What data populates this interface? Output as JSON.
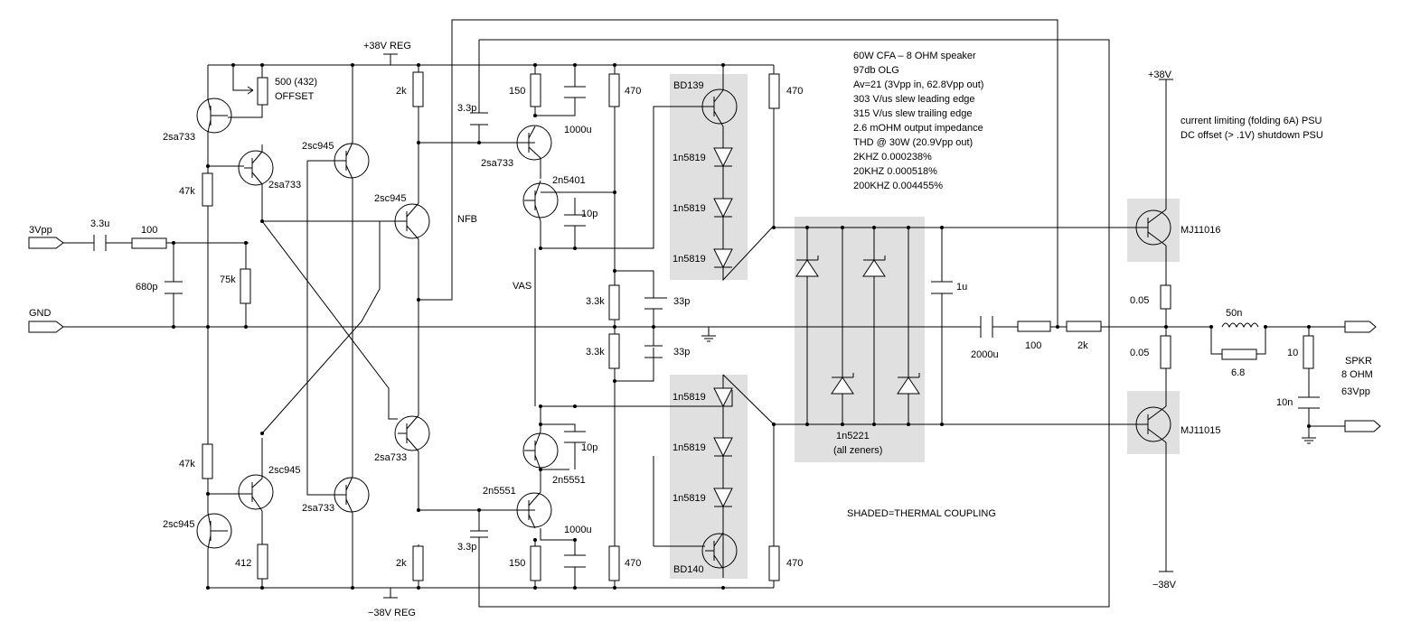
{
  "notes": {
    "lines": [
      "60W CFA – 8 OHM speaker",
      "97db OLG",
      "Av=21 (3Vpp in, 62.8Vpp out)",
      "303 V/us slew leading edge",
      "315 V/us slew trailing edge",
      "2.6 mOHM output impedance",
      "THD @ 30W (20.9Vpp out)",
      "2KHZ     0.000238%",
      "20KHZ   0.000518%",
      "200KHZ 0.004455%"
    ],
    "psu1": "current limiting (folding 6A) PSU",
    "psu2": "DC offset (> .1V) shutdown PSU",
    "shaded": "SHADED=THERMAL COUPLING"
  },
  "rails": {
    "pos_reg": "+38V REG",
    "neg_reg": "−38V REG",
    "pos": "+38V",
    "neg": "−38V"
  },
  "ports": {
    "in": "3Vpp",
    "gnd": "GND"
  },
  "labels": {
    "nfb": "NFB",
    "vas": "VAS",
    "spkr": "SPKR",
    "ohm": "8 OHM",
    "vpp": "63Vpp",
    "zeners": "1n5221",
    "all_zeners": "(all zeners)"
  },
  "components": {
    "c_in": "3.3u",
    "r_in": "100",
    "c_680": "680p",
    "r_75k": "75k",
    "r_47k_top": "47k",
    "r_47k_bot": "47k",
    "pot": "500 (432)",
    "pot_sub": "OFFSET",
    "r_412": "412",
    "r_2k_top": "2k",
    "r_2k_bot": "2k",
    "c_33p_top": "3.3p",
    "c_33p_bot": "3.3p",
    "r_150_top": "150",
    "r_150_bot": "150",
    "c_1000u_top": "1000u",
    "c_1000u_bot": "1000u",
    "c_10p_top": "10p",
    "c_10p_bot": "10p",
    "r_470_a": "470",
    "r_470_b": "470",
    "r_470_c": "470",
    "r_470_d": "470",
    "r_33k_a": "3.3k",
    "r_33k_b": "3.3k",
    "c_33p_a": "33p",
    "c_33p_b": "33p",
    "d1": "1n5819",
    "d2": "1n5819",
    "d3": "1n5819",
    "d4": "1n5819",
    "d5": "1n5819",
    "d6": "1n5819",
    "c_1u": "1u",
    "c_2000u": "2000u",
    "r_100_out": "100",
    "r_2k_out": "2k",
    "r_005_top": "0.05",
    "r_005_bot": "0.05",
    "l_50n": "50n",
    "r_68": "6.8",
    "r_10": "10",
    "c_10n": "10n"
  },
  "transistors": {
    "q1": "2sa733",
    "q2": "2sa733",
    "q3": "2sc945",
    "q4": "2sc945",
    "q5": "2sc945",
    "q6": "2sa733",
    "q7": "2sc945",
    "q8": "2sa733",
    "q9": "2sa733",
    "q10": "2n5401",
    "q11": "2n5551",
    "q12": "2n5551",
    "q13": "BD139",
    "q14": "BD140",
    "q15": "MJ11016",
    "q16": "MJ11015"
  }
}
